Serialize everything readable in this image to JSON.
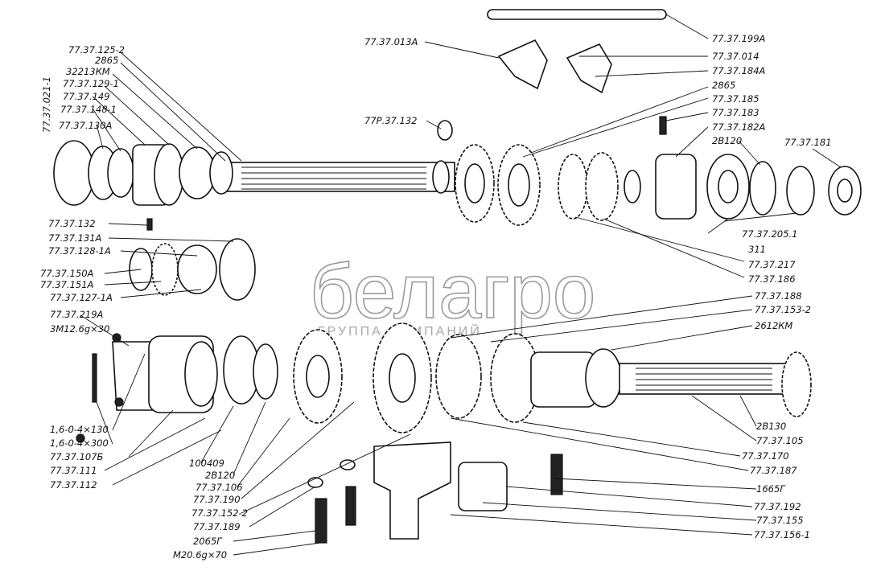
{
  "watermark": {
    "brand": "белагро",
    "subtitle": "ГРУППА КОМПАНИЙ"
  },
  "colors": {
    "ink": "#111111",
    "watermark": "#9a9a9a"
  },
  "labels": [
    {
      "id": "l1",
      "text": "77.37.199А"
    },
    {
      "id": "l2",
      "text": "77.37.013А"
    },
    {
      "id": "l3",
      "text": "77.37.014"
    },
    {
      "id": "l4",
      "text": "77.37.184А"
    },
    {
      "id": "l5",
      "text": "2865"
    },
    {
      "id": "l6",
      "text": "77.37.185"
    },
    {
      "id": "l7",
      "text": "77.37.183"
    },
    {
      "id": "l8",
      "text": "77.37.182А"
    },
    {
      "id": "l9",
      "text": "2В120"
    },
    {
      "id": "l10",
      "text": "77.37.181"
    },
    {
      "id": "l11",
      "text": "77Р.37.132"
    },
    {
      "id": "l12",
      "text": "77.37.125-2"
    },
    {
      "id": "l13",
      "text": "2865"
    },
    {
      "id": "l14",
      "text": "32213КМ"
    },
    {
      "id": "l15",
      "text": "77.37.129-1"
    },
    {
      "id": "l16",
      "text": "77.37.149"
    },
    {
      "id": "l17",
      "text": "77.37.148-1"
    },
    {
      "id": "l18",
      "text": "77.37.130А"
    },
    {
      "id": "l19",
      "text": "77.37.021-1"
    },
    {
      "id": "l20",
      "text": "77.37.132"
    },
    {
      "id": "l21",
      "text": "77.37.131А"
    },
    {
      "id": "l22",
      "text": "77.37.128-1А"
    },
    {
      "id": "l23",
      "text": "77.37.150А"
    },
    {
      "id": "l24",
      "text": "77.37.151А"
    },
    {
      "id": "l25",
      "text": "77.37.127-1А"
    },
    {
      "id": "l26",
      "text": "77.37.205.1"
    },
    {
      "id": "l27",
      "text": "311"
    },
    {
      "id": "l28",
      "text": "77.37.217"
    },
    {
      "id": "l29",
      "text": "77.37.186"
    },
    {
      "id": "l30",
      "text": "77.37.188"
    },
    {
      "id": "l31",
      "text": "77.37.153-2"
    },
    {
      "id": "l32",
      "text": "2612КМ"
    },
    {
      "id": "l33",
      "text": "77.37.219А"
    },
    {
      "id": "l34",
      "text": "3М12.6g×30"
    },
    {
      "id": "l35",
      "text": "1,6-0-4×130"
    },
    {
      "id": "l36",
      "text": "1,6-0-4×300"
    },
    {
      "id": "l37",
      "text": "77.37.107Б"
    },
    {
      "id": "l38",
      "text": "77.37.111"
    },
    {
      "id": "l39",
      "text": "77.37.112"
    },
    {
      "id": "l40",
      "text": "100409"
    },
    {
      "id": "l41",
      "text": "2В120"
    },
    {
      "id": "l42",
      "text": "77.37.106"
    },
    {
      "id": "l43",
      "text": "77.37.190"
    },
    {
      "id": "l44",
      "text": "77.37.152-2"
    },
    {
      "id": "l45",
      "text": "77.37.189"
    },
    {
      "id": "l46",
      "text": "2065Г"
    },
    {
      "id": "l47",
      "text": "М20.6g×70"
    },
    {
      "id": "l48",
      "text": "2В130"
    },
    {
      "id": "l49",
      "text": "77.37.105"
    },
    {
      "id": "l50",
      "text": "77.37.170"
    },
    {
      "id": "l51",
      "text": "77.37.187"
    },
    {
      "id": "l52",
      "text": "1665Г"
    },
    {
      "id": "l53",
      "text": "77.37.192"
    },
    {
      "id": "l54",
      "text": "77.37.155"
    },
    {
      "id": "l55",
      "text": "77.37.156-1"
    }
  ]
}
